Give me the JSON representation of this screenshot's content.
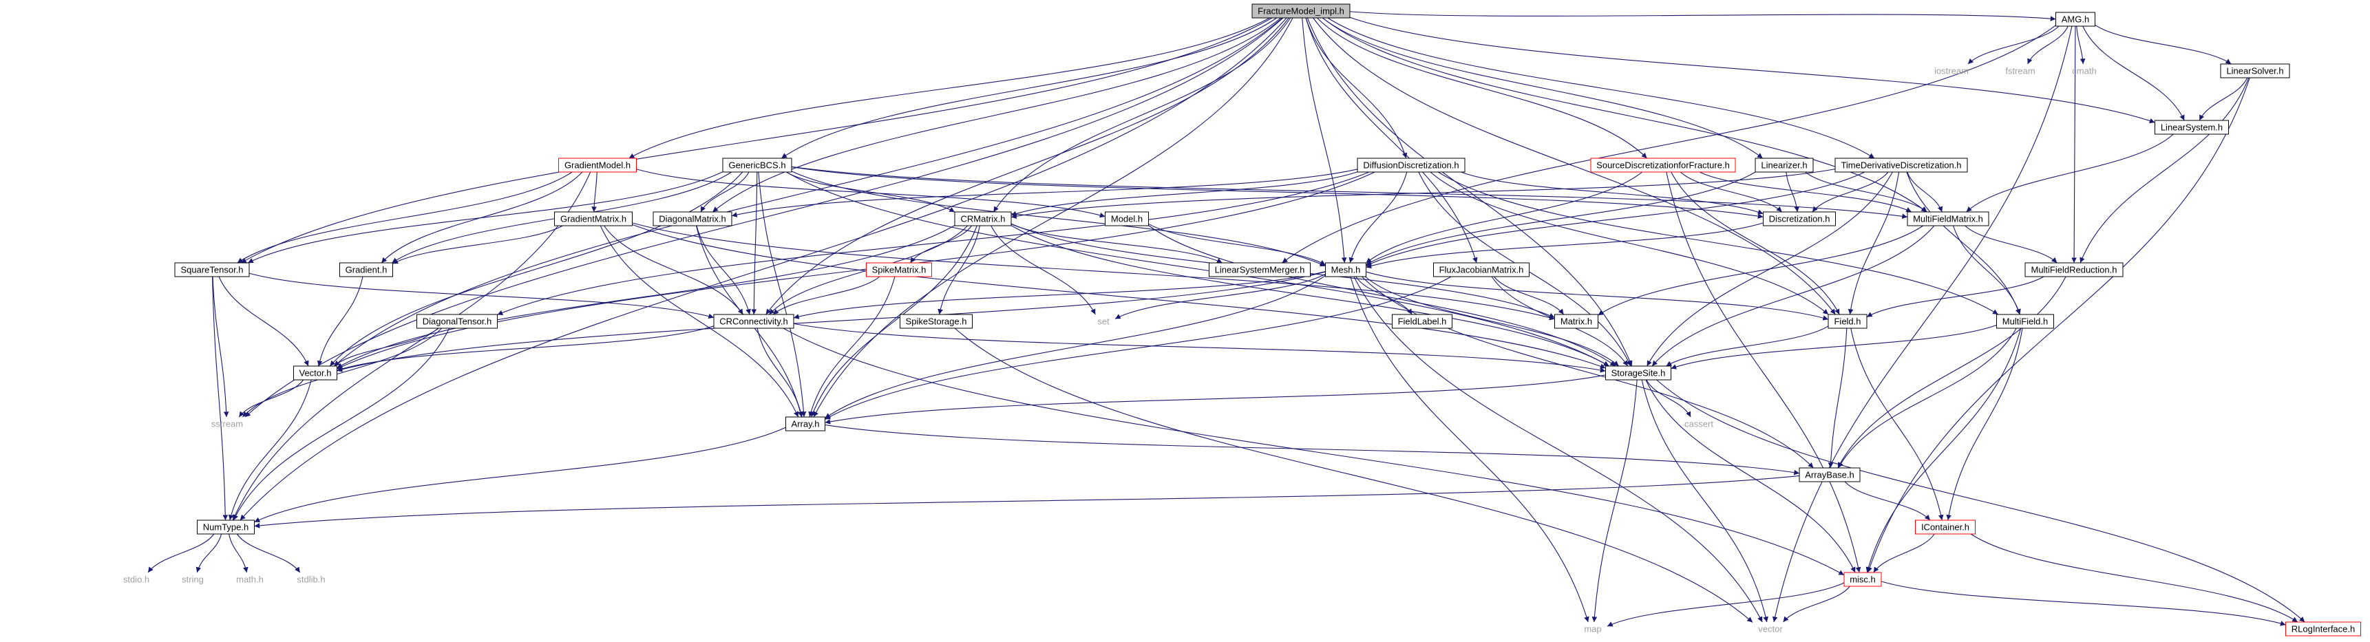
{
  "diagram": {
    "title": "FractureModel_impl.h",
    "colors": {
      "edge": "#191970",
      "node_border": "#000000",
      "node_border_red": "#ff0000",
      "root_fill": "#bfbfbf",
      "system_text": "#a0a0a0"
    },
    "nodes": [
      {
        "id": "root",
        "label": "FractureModel_impl.h",
        "kind": "root"
      },
      {
        "id": "amg",
        "label": "AMG.h",
        "kind": "normal"
      },
      {
        "id": "iostream",
        "label": "iostream",
        "kind": "system"
      },
      {
        "id": "fstream",
        "label": "fstream",
        "kind": "system"
      },
      {
        "id": "cmath",
        "label": "cmath",
        "kind": "system"
      },
      {
        "id": "linsolver",
        "label": "LinearSolver.h",
        "kind": "normal"
      },
      {
        "id": "linsystem",
        "label": "LinearSystem.h",
        "kind": "normal"
      },
      {
        "id": "gradientmodel",
        "label": "GradientModel.h",
        "kind": "red"
      },
      {
        "id": "genericbcs",
        "label": "GenericBCS.h",
        "kind": "normal"
      },
      {
        "id": "diffdisc",
        "label": "DiffusionDiscretization.h",
        "kind": "normal"
      },
      {
        "id": "sourcedisc",
        "label": "SourceDiscretizationforFracture.h",
        "kind": "red"
      },
      {
        "id": "linearizer",
        "label": "Linearizer.h",
        "kind": "normal"
      },
      {
        "id": "timederiv",
        "label": "TimeDerivativeDiscretization.h",
        "kind": "normal"
      },
      {
        "id": "gradientmatrix",
        "label": "GradientMatrix.h",
        "kind": "normal"
      },
      {
        "id": "diagmatrix",
        "label": "DiagonalMatrix.h",
        "kind": "normal"
      },
      {
        "id": "crmatrix",
        "label": "CRMatrix.h",
        "kind": "normal"
      },
      {
        "id": "model",
        "label": "Model.h",
        "kind": "normal"
      },
      {
        "id": "discretization",
        "label": "Discretization.h",
        "kind": "normal"
      },
      {
        "id": "multifieldmatrix",
        "label": "MultiFieldMatrix.h",
        "kind": "normal"
      },
      {
        "id": "squaretensor",
        "label": "SquareTensor.h",
        "kind": "normal"
      },
      {
        "id": "gradient",
        "label": "Gradient.h",
        "kind": "normal"
      },
      {
        "id": "spikematrix",
        "label": "SpikeMatrix.h",
        "kind": "red"
      },
      {
        "id": "linsysmerger",
        "label": "LinearSystemMerger.h",
        "kind": "normal"
      },
      {
        "id": "mesh",
        "label": "Mesh.h",
        "kind": "normal"
      },
      {
        "id": "fluxjac",
        "label": "FluxJacobianMatrix.h",
        "kind": "normal"
      },
      {
        "id": "multifieldred",
        "label": "MultiFieldReduction.h",
        "kind": "normal"
      },
      {
        "id": "diagtensor",
        "label": "DiagonalTensor.h",
        "kind": "normal"
      },
      {
        "id": "crconn",
        "label": "CRConnectivity.h",
        "kind": "normal"
      },
      {
        "id": "set",
        "label": "set",
        "kind": "system"
      },
      {
        "id": "spikestorage",
        "label": "SpikeStorage.h",
        "kind": "normal"
      },
      {
        "id": "fieldlabel",
        "label": "FieldLabel.h",
        "kind": "normal"
      },
      {
        "id": "matrix",
        "label": "Matrix.h",
        "kind": "normal"
      },
      {
        "id": "field",
        "label": "Field.h",
        "kind": "normal"
      },
      {
        "id": "multifield",
        "label": "MultiField.h",
        "kind": "normal"
      },
      {
        "id": "vector_h",
        "label": "Vector.h",
        "kind": "normal"
      },
      {
        "id": "storagesite",
        "label": "StorageSite.h",
        "kind": "normal"
      },
      {
        "id": "sstream",
        "label": "sstream",
        "kind": "system"
      },
      {
        "id": "array",
        "label": "Array.h",
        "kind": "normal"
      },
      {
        "id": "cassert",
        "label": "cassert",
        "kind": "system"
      },
      {
        "id": "arraybase",
        "label": "ArrayBase.h",
        "kind": "normal"
      },
      {
        "id": "numtype",
        "label": "NumType.h",
        "kind": "normal"
      },
      {
        "id": "icontainer",
        "label": "IContainer.h",
        "kind": "red"
      },
      {
        "id": "stdio",
        "label": "stdio.h",
        "kind": "system"
      },
      {
        "id": "string",
        "label": "string",
        "kind": "system"
      },
      {
        "id": "math",
        "label": "math.h",
        "kind": "system"
      },
      {
        "id": "stdlib",
        "label": "stdlib.h",
        "kind": "system"
      },
      {
        "id": "misc",
        "label": "misc.h",
        "kind": "red"
      },
      {
        "id": "map",
        "label": "map",
        "kind": "system"
      },
      {
        "id": "vector",
        "label": "vector",
        "kind": "system"
      },
      {
        "id": "rlog",
        "label": "RLogInterface.h",
        "kind": "red"
      }
    ],
    "edges": [
      [
        "root",
        "amg"
      ],
      [
        "root",
        "linsystem"
      ],
      [
        "root",
        "gradientmodel"
      ],
      [
        "root",
        "genericbcs"
      ],
      [
        "root",
        "diffdisc"
      ],
      [
        "root",
        "sourcedisc"
      ],
      [
        "root",
        "linearizer"
      ],
      [
        "root",
        "timederiv"
      ],
      [
        "root",
        "diagmatrix"
      ],
      [
        "root",
        "crmatrix"
      ],
      [
        "root",
        "mesh"
      ],
      [
        "root",
        "squaretensor"
      ],
      [
        "root",
        "fluxjac"
      ],
      [
        "root",
        "multifieldmatrix"
      ],
      [
        "root",
        "field"
      ],
      [
        "root",
        "crconn"
      ],
      [
        "root",
        "storagesite"
      ],
      [
        "root",
        "vector_h"
      ],
      [
        "root",
        "array"
      ],
      [
        "root",
        "sstream"
      ],
      [
        "root",
        "numtype"
      ],
      [
        "amg",
        "iostream"
      ],
      [
        "amg",
        "fstream"
      ],
      [
        "amg",
        "cmath"
      ],
      [
        "amg",
        "linsolver"
      ],
      [
        "amg",
        "linsystem"
      ],
      [
        "amg",
        "multifieldred"
      ],
      [
        "amg",
        "linsysmerger"
      ],
      [
        "amg",
        "vector"
      ],
      [
        "linsolver",
        "linsystem"
      ],
      [
        "linsolver",
        "multifieldred"
      ],
      [
        "linsolver",
        "misc"
      ],
      [
        "linsystem",
        "multifieldmatrix"
      ],
      [
        "gradientmodel",
        "gradientmatrix"
      ],
      [
        "gradientmodel",
        "gradient"
      ],
      [
        "gradientmodel",
        "squaretensor"
      ],
      [
        "gradientmodel",
        "numtype"
      ],
      [
        "gradientmodel",
        "model"
      ],
      [
        "genericbcs",
        "diagmatrix"
      ],
      [
        "genericbcs",
        "crmatrix"
      ],
      [
        "genericbcs",
        "mesh"
      ],
      [
        "genericbcs",
        "squaretensor"
      ],
      [
        "genericbcs",
        "gradient"
      ],
      [
        "genericbcs",
        "vector_h"
      ],
      [
        "genericbcs",
        "crconn"
      ],
      [
        "genericbcs",
        "array"
      ],
      [
        "genericbcs",
        "storagesite"
      ],
      [
        "genericbcs",
        "discretization"
      ],
      [
        "genericbcs",
        "multifieldmatrix"
      ],
      [
        "diffdisc",
        "mesh"
      ],
      [
        "diffdisc",
        "discretization"
      ],
      [
        "diffdisc",
        "crmatrix"
      ],
      [
        "diffdisc",
        "diagtensor"
      ],
      [
        "diffdisc",
        "field"
      ],
      [
        "diffdisc",
        "storagesite"
      ],
      [
        "diffdisc",
        "multifield"
      ],
      [
        "diffdisc",
        "vector_h"
      ],
      [
        "diffdisc",
        "diagmatrix"
      ],
      [
        "sourcedisc",
        "mesh"
      ],
      [
        "sourcedisc",
        "discretization"
      ],
      [
        "sourcedisc",
        "multifieldmatrix"
      ],
      [
        "sourcedisc",
        "field"
      ],
      [
        "sourcedisc",
        "misc"
      ],
      [
        "linearizer",
        "discretization"
      ],
      [
        "linearizer",
        "mesh"
      ],
      [
        "linearizer",
        "multifieldmatrix"
      ],
      [
        "timederiv",
        "discretization"
      ],
      [
        "timederiv",
        "mesh"
      ],
      [
        "timederiv",
        "multifieldmatrix"
      ],
      [
        "timederiv",
        "crmatrix"
      ],
      [
        "timederiv",
        "multifield"
      ],
      [
        "timederiv",
        "field"
      ],
      [
        "timederiv",
        "storagesite"
      ],
      [
        "gradientmatrix",
        "crconn"
      ],
      [
        "gradientmatrix",
        "gradient"
      ],
      [
        "gradientmatrix",
        "array"
      ],
      [
        "gradientmatrix",
        "storagesite"
      ],
      [
        "gradientmatrix",
        "matrix"
      ],
      [
        "diagmatrix",
        "crconn"
      ],
      [
        "diagmatrix",
        "array"
      ],
      [
        "crmatrix",
        "crconn"
      ],
      [
        "crmatrix",
        "spikematrix"
      ],
      [
        "crmatrix",
        "spikestorage"
      ],
      [
        "crmatrix",
        "array"
      ],
      [
        "crmatrix",
        "vector_h"
      ],
      [
        "crmatrix",
        "set"
      ],
      [
        "crmatrix",
        "storagesite"
      ],
      [
        "crmatrix",
        "linsysmerger"
      ],
      [
        "crmatrix",
        "matrix"
      ],
      [
        "model",
        "mesh"
      ],
      [
        "model",
        "storagesite"
      ],
      [
        "discretization",
        "mesh"
      ],
      [
        "multifieldmatrix",
        "matrix"
      ],
      [
        "multifieldmatrix",
        "multifield"
      ],
      [
        "multifieldmatrix",
        "multifieldred"
      ],
      [
        "multifieldmatrix",
        "storagesite"
      ],
      [
        "squaretensor",
        "vector_h"
      ],
      [
        "squaretensor",
        "numtype"
      ],
      [
        "squaretensor",
        "sstream"
      ],
      [
        "squaretensor",
        "crconn"
      ],
      [
        "gradient",
        "vector_h"
      ],
      [
        "spikematrix",
        "crconn"
      ],
      [
        "spikematrix",
        "array"
      ],
      [
        "mesh",
        "crconn"
      ],
      [
        "mesh",
        "storagesite"
      ],
      [
        "mesh",
        "array"
      ],
      [
        "mesh",
        "fieldlabel"
      ],
      [
        "mesh",
        "set"
      ],
      [
        "mesh",
        "vector_h"
      ],
      [
        "mesh",
        "field"
      ],
      [
        "mesh",
        "map"
      ],
      [
        "mesh",
        "vector"
      ],
      [
        "mesh",
        "arraybase"
      ],
      [
        "fluxjac",
        "matrix"
      ],
      [
        "fluxjac",
        "storagesite"
      ],
      [
        "fluxjac",
        "array"
      ],
      [
        "multifieldred",
        "field"
      ],
      [
        "multifieldred",
        "arraybase"
      ],
      [
        "diagtensor",
        "vector_h"
      ],
      [
        "diagtensor",
        "numtype"
      ],
      [
        "diagtensor",
        "sstream"
      ],
      [
        "crconn",
        "array"
      ],
      [
        "crconn",
        "storagesite"
      ],
      [
        "crconn",
        "vector_h"
      ],
      [
        "crconn",
        "misc"
      ],
      [
        "spikestorage",
        "vector"
      ],
      [
        "field",
        "storagesite"
      ],
      [
        "field",
        "arraybase"
      ],
      [
        "field",
        "icontainer"
      ],
      [
        "multifield",
        "storagesite"
      ],
      [
        "multifield",
        "arraybase"
      ],
      [
        "multifield",
        "icontainer"
      ],
      [
        "multifield",
        "misc"
      ],
      [
        "vector_h",
        "numtype"
      ],
      [
        "vector_h",
        "sstream"
      ],
      [
        "storagesite",
        "array"
      ],
      [
        "storagesite",
        "cassert"
      ],
      [
        "storagesite",
        "map"
      ],
      [
        "storagesite",
        "vector"
      ],
      [
        "storagesite",
        "misc"
      ],
      [
        "storagesite",
        "rlog"
      ],
      [
        "array",
        "arraybase"
      ],
      [
        "array",
        "numtype"
      ],
      [
        "arraybase",
        "numtype"
      ],
      [
        "arraybase",
        "icontainer"
      ],
      [
        "numtype",
        "stdio"
      ],
      [
        "numtype",
        "string"
      ],
      [
        "numtype",
        "math"
      ],
      [
        "numtype",
        "stdlib"
      ],
      [
        "icontainer",
        "misc"
      ],
      [
        "icontainer",
        "rlog"
      ],
      [
        "misc",
        "map"
      ],
      [
        "misc",
        "vector"
      ],
      [
        "misc",
        "rlog"
      ]
    ]
  }
}
